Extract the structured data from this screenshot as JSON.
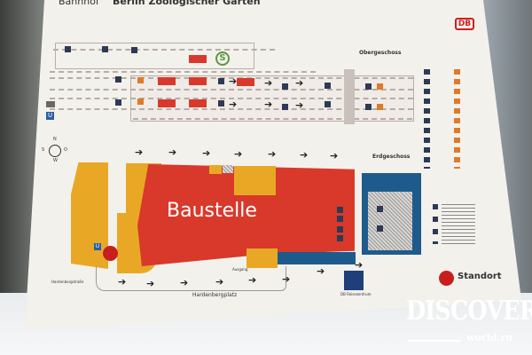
{
  "sign": {
    "title_prefix": "Bahnhof",
    "title": "Berlin Zoologischer Garten",
    "logo": "DB",
    "upper_floor": "Obergeschoss",
    "ground_floor": "Erdgeschoss",
    "construction": "Baustelle",
    "location_label": "Standort",
    "street_square": "Hardenbergplatz",
    "street": "Hardenbergstraße",
    "exit": "Ausgang",
    "travel_center": "DB Reisezentrum",
    "s_bahn": "S",
    "u_bahn": "U",
    "compass": {
      "n": "N",
      "s": "S",
      "w": "W",
      "o": "O"
    },
    "colors": {
      "construction": "#d8392b",
      "shops": "#e8a826",
      "services": "#1e5b8c",
      "location": "#c81e1e"
    }
  },
  "watermark": {
    "main": "DISCOVER",
    "sub": "world.ru"
  }
}
